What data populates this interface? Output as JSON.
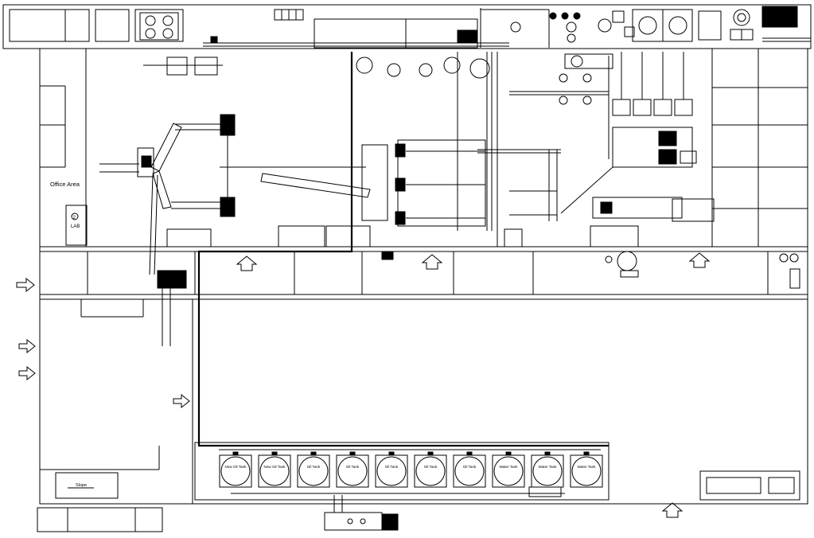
{
  "labels": {
    "office_area": "Office Area",
    "lab": "LAB",
    "lab_number": "2",
    "slope": "Slope"
  },
  "tanks": [
    {
      "label": "New Oil Tank"
    },
    {
      "label": "New Oil Tank"
    },
    {
      "label": "Oil Tank"
    },
    {
      "label": "Oil Tank"
    },
    {
      "label": "Oil Tank"
    },
    {
      "label": "Oil Tank"
    },
    {
      "label": "Oil Tank"
    },
    {
      "label": "Water Tank"
    },
    {
      "label": "Water Tank"
    },
    {
      "label": "Water Tank"
    }
  ],
  "colors": {
    "line": "#000000",
    "background": "#ffffff"
  }
}
